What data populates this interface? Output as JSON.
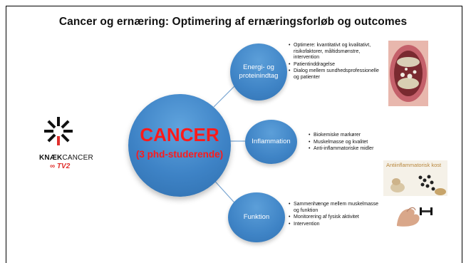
{
  "slide": {
    "title": "Cancer og ernæring: Optimering af ernæringsforløb og outcomes"
  },
  "center": {
    "title": "CANCER",
    "subtitle": "(3 phd-studerende)"
  },
  "logo": {
    "brand_bold": "KNÆK",
    "brand_rest": "CANCER",
    "partner": "TV2"
  },
  "branches": [
    {
      "label": "Energi- og proteinindtag",
      "bullets": [
        "Optimere: kvantitativt og kvalitativt, risikofaktorer, måltidsmønstre, intervention",
        "Patientinddragelse",
        "Dialog mellem sundhedsprofessionelle og patienter"
      ]
    },
    {
      "label": "Inflammation",
      "bullets": [
        "Biokemiske markører",
        "Muskelmasse og kvalitet",
        "Anti-inflammatoriske midler"
      ]
    },
    {
      "label": "Funktion",
      "bullets": [
        "Sammenhænge mellem muskelmasse og funktion",
        "Monitorering af fysisk aktivitet",
        "Intervention"
      ]
    }
  ],
  "images": {
    "food_caption": "Antiinflammatorisk kost"
  },
  "colors": {
    "circle": "#3e83c6",
    "center_text": "#ff1a1a",
    "connector": "#7aa6d2"
  }
}
